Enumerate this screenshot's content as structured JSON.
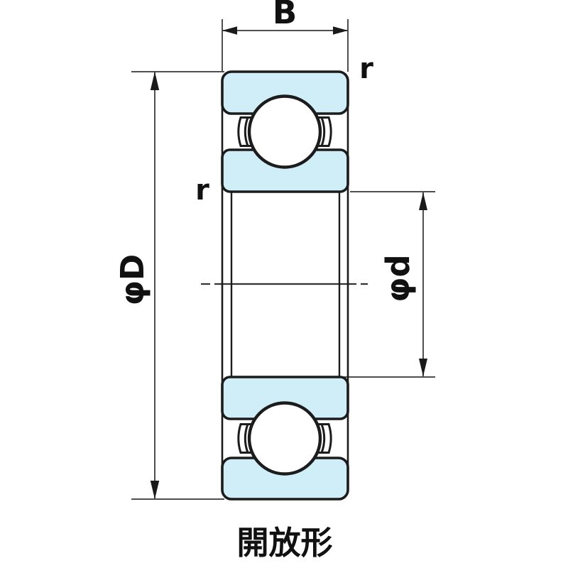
{
  "diagram": {
    "type_caption": "開放形",
    "labels": {
      "width": "B",
      "outer_diameter": "φD",
      "bore_diameter": "φd",
      "outer_chamfer": "r",
      "inner_chamfer": "r"
    },
    "colors": {
      "ring_fill": "#cfeef7",
      "outline": "#1c1c1c",
      "dimension_line": "#4f4f4f",
      "text": "#111111",
      "background": "#ffffff"
    }
  }
}
